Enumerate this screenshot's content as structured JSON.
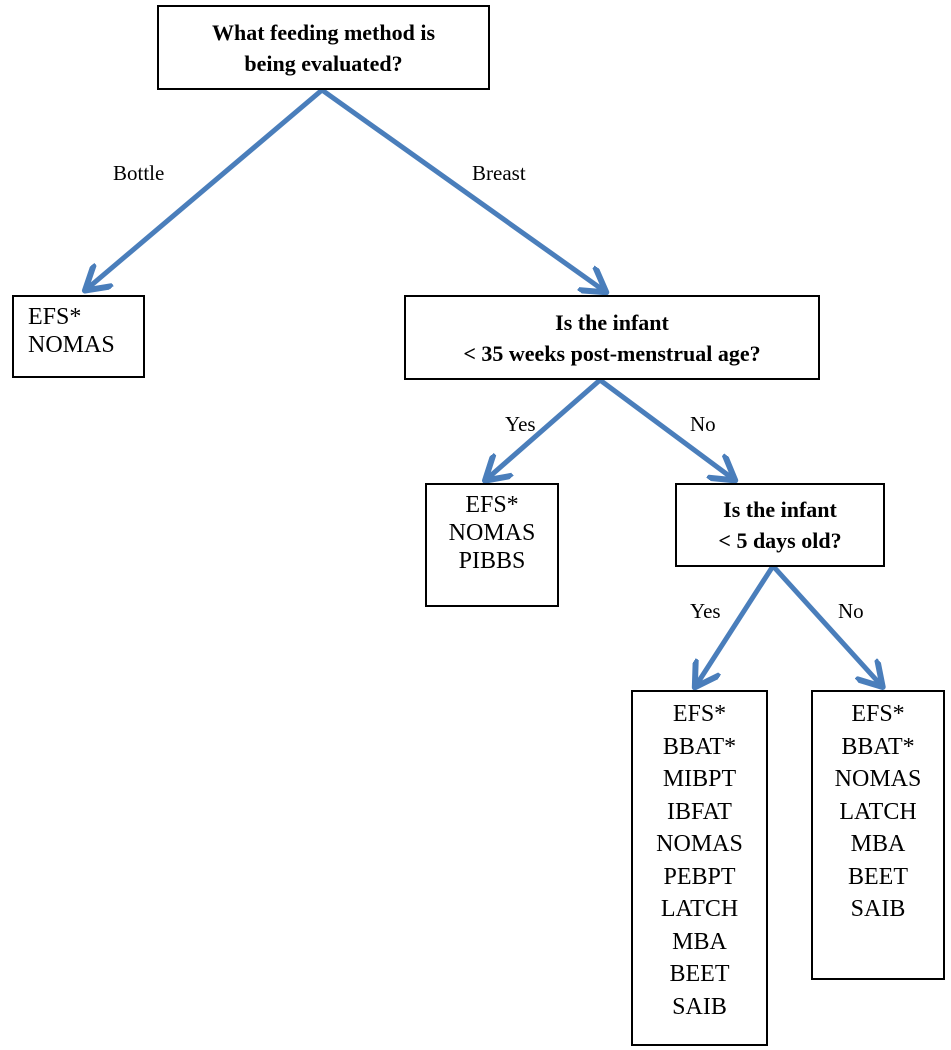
{
  "root": {
    "question_line1": "What feeding method is",
    "question_line2": "being evaluated?"
  },
  "bottle": {
    "label": "Bottle",
    "results": [
      "EFS*",
      "NOMAS"
    ]
  },
  "breast": {
    "label": "Breast",
    "question_line1": "Is the infant",
    "question_line2": "< 35 weeks post-menstrual age?"
  },
  "pma_yes": {
    "label": "Yes",
    "results": [
      "EFS*",
      "NOMAS",
      "PIBBS"
    ]
  },
  "pma_no": {
    "label": "No",
    "question_line1": "Is the infant",
    "question_line2": "< 5 days old?"
  },
  "age_yes": {
    "label": "Yes",
    "results": [
      "EFS*",
      "BBAT*",
      "MIBPT",
      "IBFAT",
      "NOMAS",
      "PEBPT",
      "LATCH",
      "MBA",
      "BEET",
      "SAIB"
    ]
  },
  "age_no": {
    "label": "No",
    "results": [
      "EFS*",
      "BBAT*",
      "NOMAS",
      "LATCH",
      "MBA",
      "BEET",
      "SAIB"
    ]
  },
  "colors": {
    "arrow": "#4a7ebb",
    "border": "#000000"
  }
}
